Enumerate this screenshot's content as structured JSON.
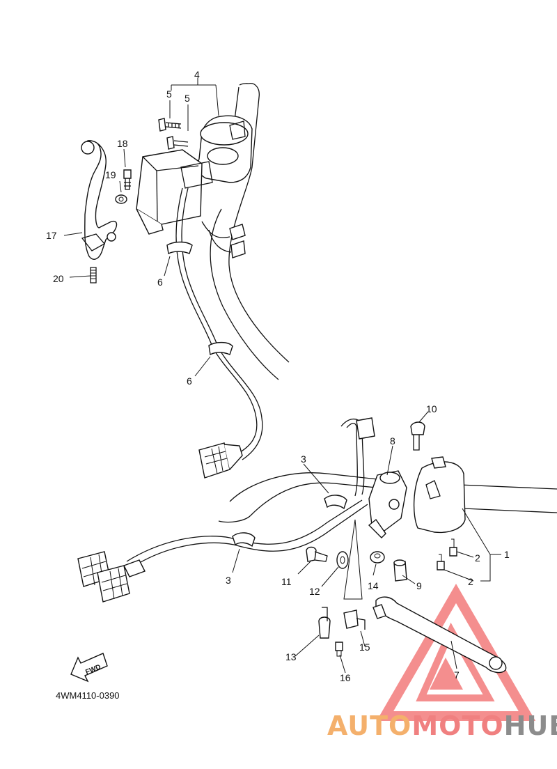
{
  "diagram": {
    "code": "4WM4110-0390",
    "fwd_label": "FWD",
    "callouts": {
      "c1": "1",
      "c2a": "2",
      "c2b": "2",
      "c3a": "3",
      "c3b": "3",
      "c4": "4",
      "c5a": "5",
      "c5b": "5",
      "c6a": "6",
      "c6b": "6",
      "c7": "7",
      "c8": "8",
      "c9": "9",
      "c10": "10",
      "c11": "11",
      "c12": "12",
      "c13": "13",
      "c14": "14",
      "c15": "15",
      "c16": "16",
      "c17": "17",
      "c18": "18",
      "c19": "19",
      "c20": "20"
    }
  },
  "watermark": {
    "part1": "AUTO",
    "part2": "MOTO",
    "part3": "HUB",
    "colors": {
      "orange": "#f4b06c",
      "red": "#f08080",
      "gray": "#8c8c8c",
      "triangle": "#f37b7b"
    }
  }
}
